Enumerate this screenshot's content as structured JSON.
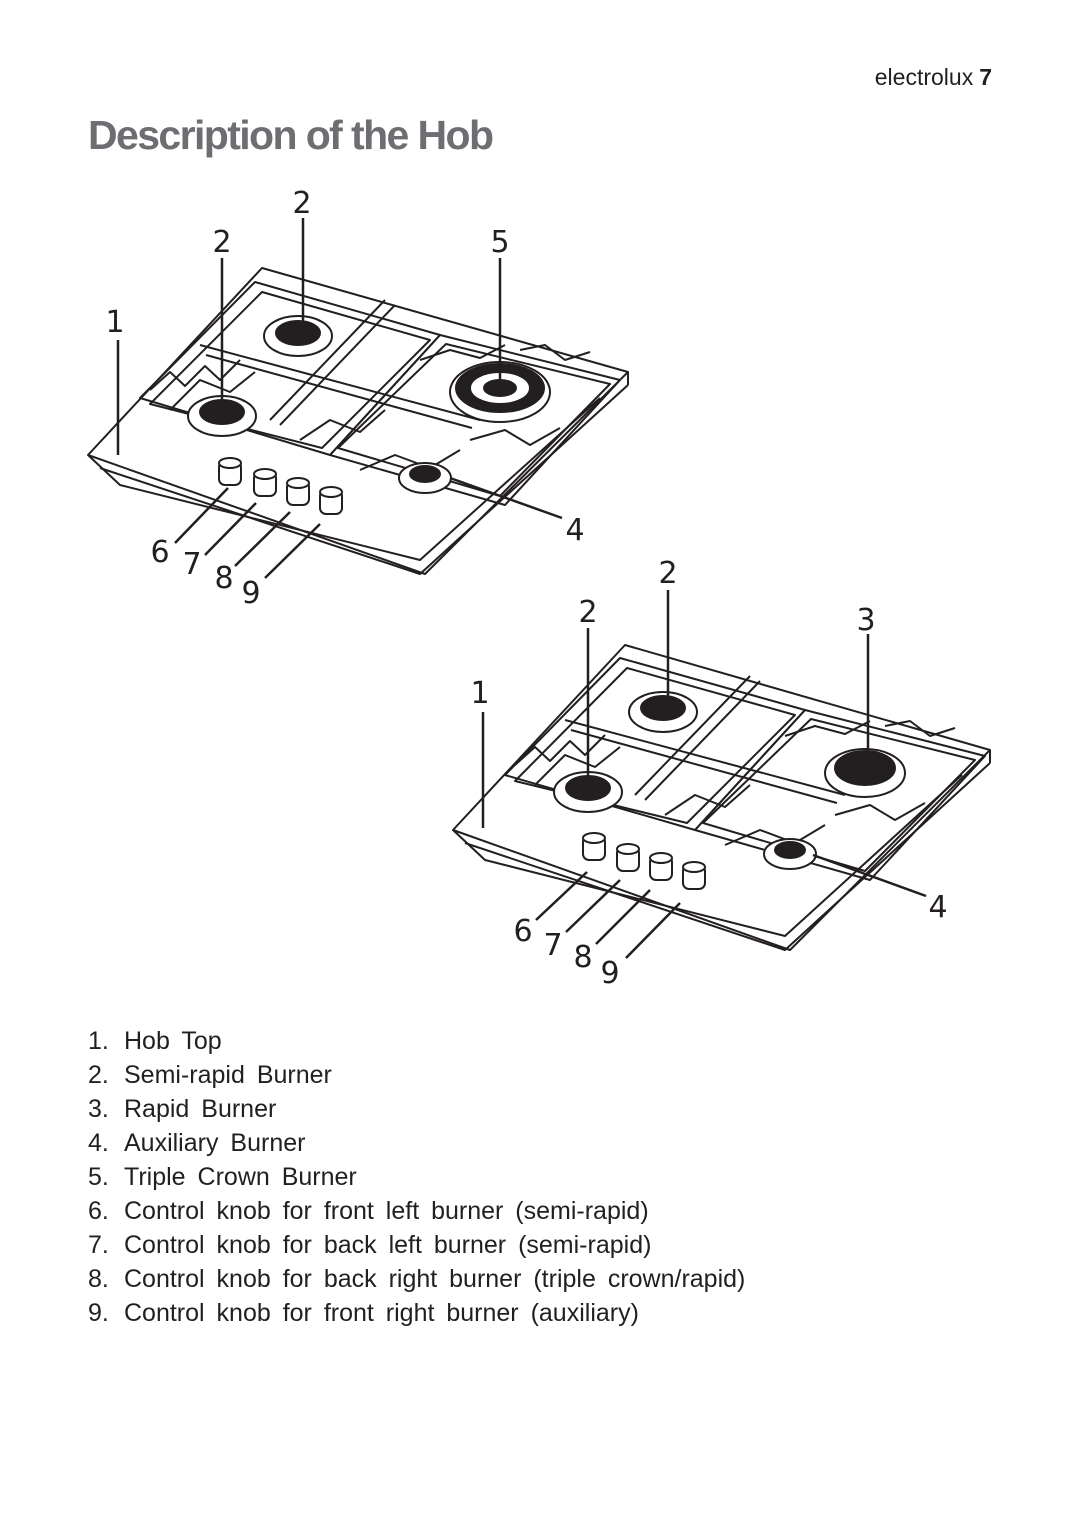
{
  "header": {
    "brand": "electrolux",
    "page_number": "7"
  },
  "title": "Description of the Hob",
  "figure1": {
    "callouts": {
      "c2_top": "2",
      "c2_left": "2",
      "c5": "5",
      "c1": "1",
      "c4": "4",
      "c6": "6",
      "c7": "7",
      "c8": "8",
      "c9": "9"
    }
  },
  "figure2": {
    "callouts": {
      "c2_top": "2",
      "c2_left": "2",
      "c3": "3",
      "c1": "1",
      "c4": "4",
      "c6": "6",
      "c7": "7",
      "c8": "8",
      "c9": "9"
    }
  },
  "legend": [
    {
      "num": "1.",
      "text": "Hob Top"
    },
    {
      "num": "2.",
      "text": "Semi-rapid Burner"
    },
    {
      "num": "3.",
      "text": "Rapid Burner"
    },
    {
      "num": "4.",
      "text": "Auxiliary Burner"
    },
    {
      "num": "5.",
      "text": "Triple Crown Burner"
    },
    {
      "num": "6.",
      "text": "Control knob for front left burner (semi-rapid)"
    },
    {
      "num": "7.",
      "text": "Control knob for back left burner (semi-rapid)"
    },
    {
      "num": "8.",
      "text": "Control knob for back right burner (triple crown/rapid)"
    },
    {
      "num": "9.",
      "text": "Control knob for front right burner (auxiliary)"
    }
  ]
}
